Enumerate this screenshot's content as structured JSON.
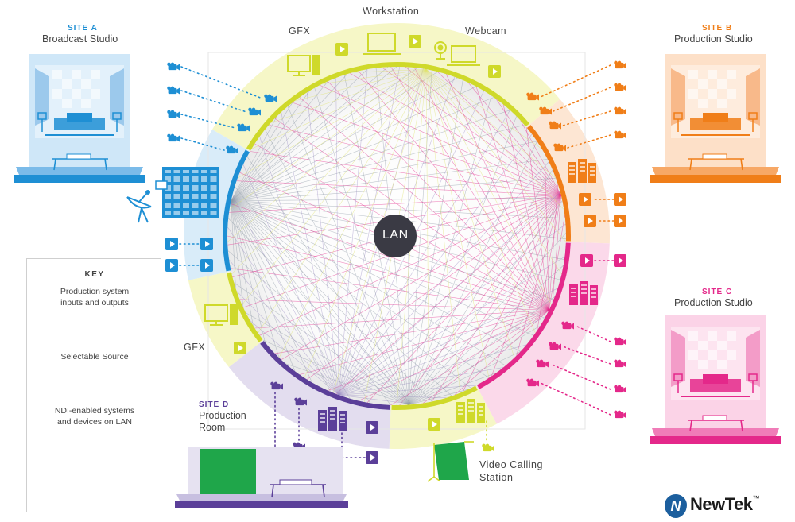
{
  "colors": {
    "site_a": "#1e8fd4",
    "site_b": "#f07e18",
    "site_c": "#e4288a",
    "site_d": "#5b3f99",
    "gfx": "#cfd92a",
    "panel_bg": "#f4f4f4",
    "lan": "#3a3a44"
  },
  "ring": {
    "top_label": "Workstation",
    "left_top_label": "GFX",
    "right_top_label": "Webcam",
    "left_bottom_label": "GFX",
    "center_label": "LAN",
    "bottom_label_line1": "Video Calling",
    "bottom_label_line2": "Station"
  },
  "sites": {
    "a": {
      "code": "SITE A",
      "name": "Broadcast Studio"
    },
    "b": {
      "code": "SITE B",
      "name": "Production Studio"
    },
    "c": {
      "code": "SITE C",
      "name": "Production Studio"
    },
    "d": {
      "code": "SITE D",
      "name_line1": "Production",
      "name_line2": "Room"
    }
  },
  "key": {
    "title": "KEY",
    "item1_line1": "Production system",
    "item1_line2": "inputs and outputs",
    "item2": "Selectable Source",
    "item3_line1": "NDI-enabled systems",
    "item3_line2": "and devices on LAN"
  },
  "brand": {
    "name": "NewTek",
    "mark": "N",
    "tm": "™"
  }
}
